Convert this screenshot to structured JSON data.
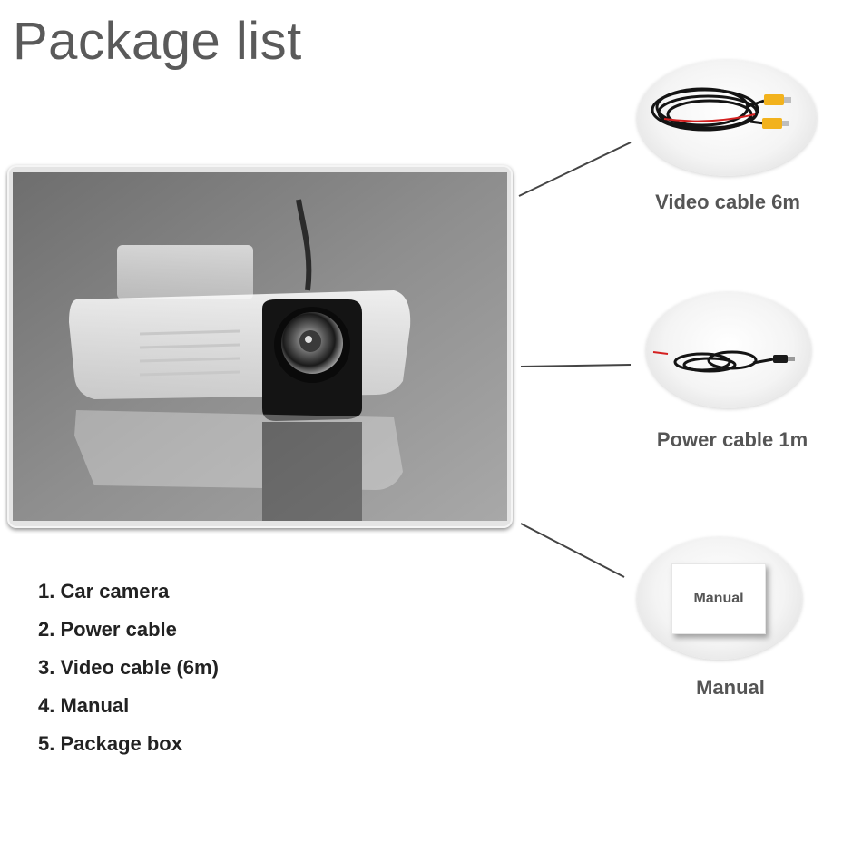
{
  "title": "Package list",
  "items": {
    "video_cable": {
      "label": "Video cable 6m"
    },
    "power_cable": {
      "label": "Power cable 1m"
    },
    "manual": {
      "label": "Manual",
      "card_text": "Manual"
    }
  },
  "package_list": [
    "1. Car camera",
    "2. Power cable",
    "3. Video cable (6m)",
    "4. Manual",
    "5. Package box"
  ],
  "colors": {
    "title": "#5a5a5a",
    "label": "#555555",
    "list_text": "#222222",
    "rca_yellow": "#f2b21d",
    "cable_red": "#d42020"
  }
}
